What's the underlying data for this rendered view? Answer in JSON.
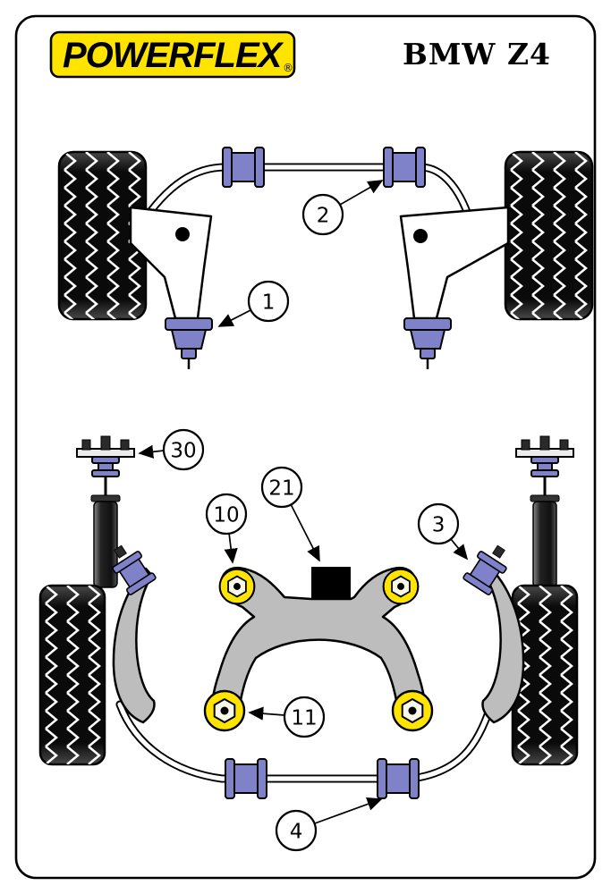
{
  "header": {
    "brand": "POWERFLEX",
    "brand_reg": "®",
    "model": "BMW Z4"
  },
  "callouts": {
    "front_wishbone_bush": "1",
    "front_arb_bush": "2",
    "rear_trailing_arm_bush": "3",
    "rear_arb_bush": "4",
    "rear_beam_front_bush": "10",
    "rear_beam_rear_bush": "11",
    "diff_mount": "21",
    "rear_shock_top_mount": "30"
  },
  "colors": {
    "purple": "#7F82C8",
    "yellow": "#FFE400",
    "brand_yellow": "#FFE400",
    "gray": "#BDBDBD"
  }
}
